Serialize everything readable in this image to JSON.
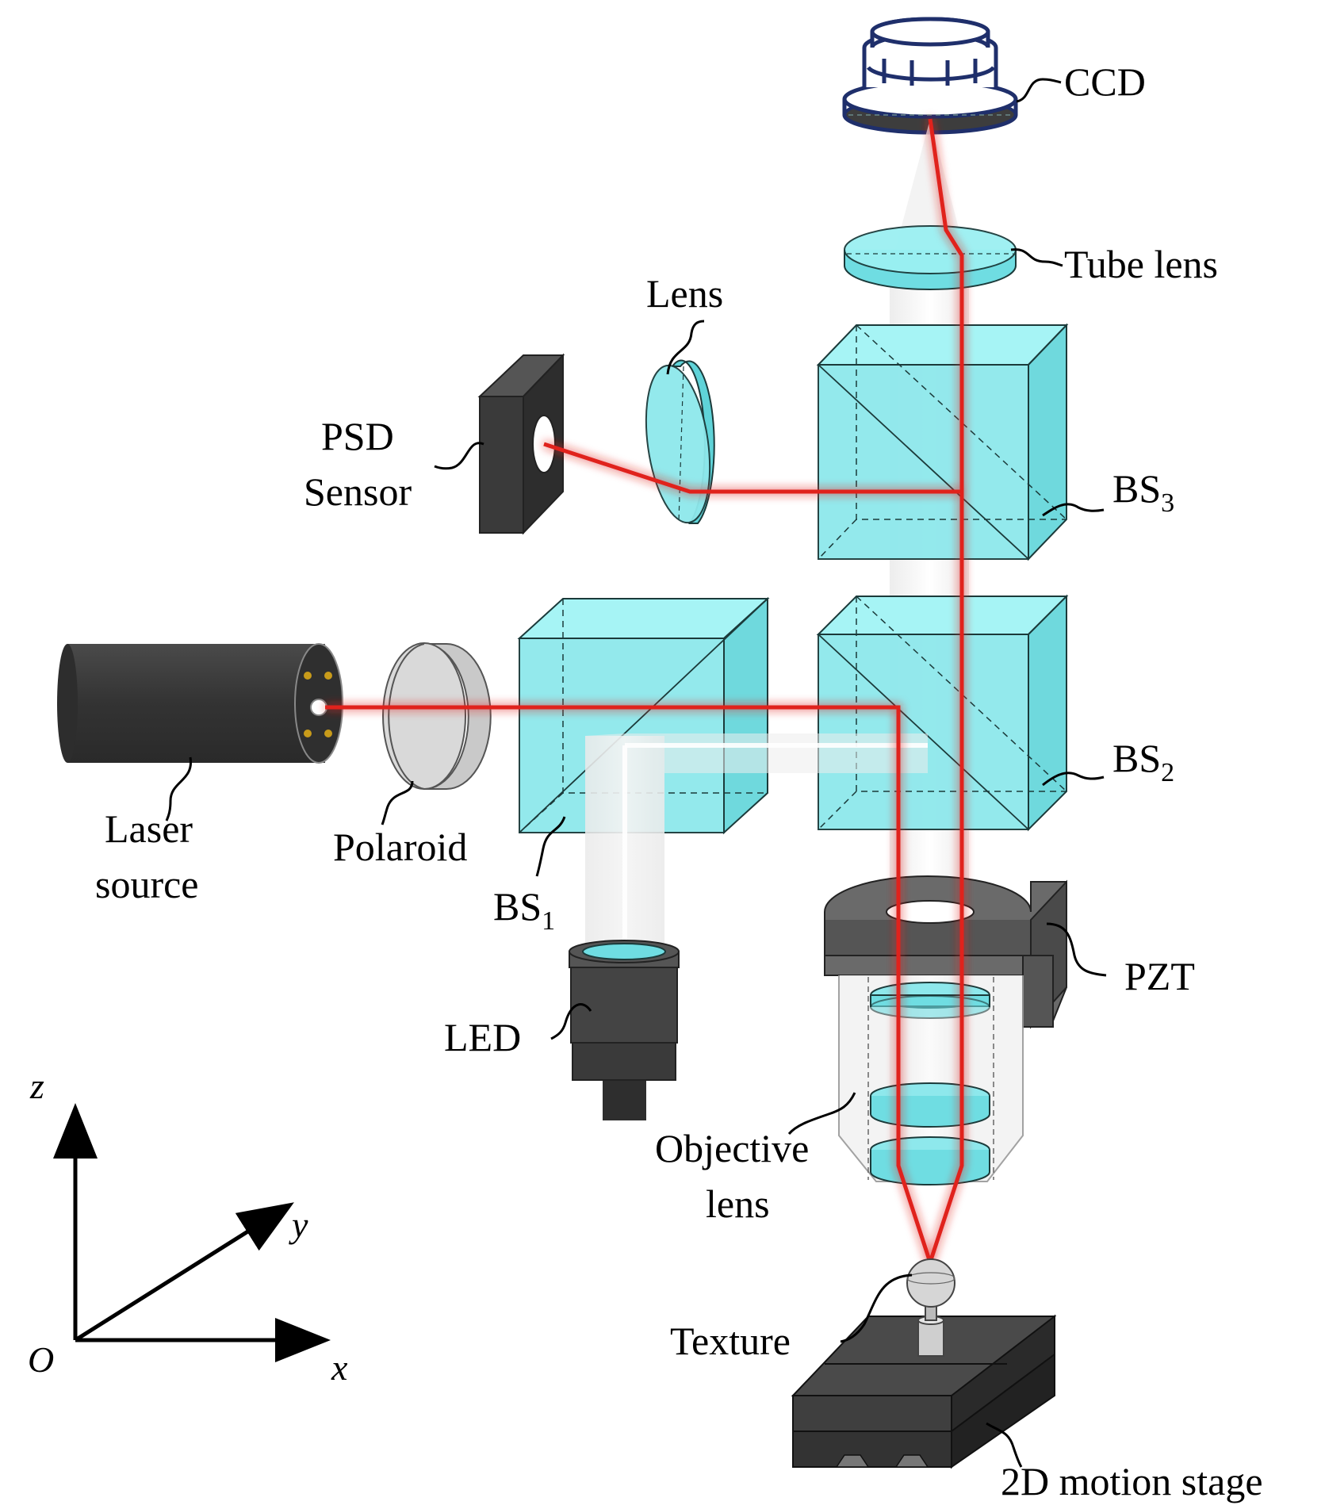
{
  "diagram": {
    "labels": {
      "ccd": "CCD",
      "tube_lens": "Tube lens",
      "lens": "Lens",
      "psd_line1": "PSD",
      "psd_line2": "Sensor",
      "bs3": "BS",
      "bs3_sub": "3",
      "bs2": "BS",
      "bs2_sub": "2",
      "bs1": "BS",
      "bs1_sub": "1",
      "laser_line1": "Laser",
      "laser_line2": "source",
      "polaroid": "Polaroid",
      "led": "LED",
      "pzt": "PZT",
      "objective_line1": "Objective",
      "objective_line2": "lens",
      "texture": "Texture",
      "stage": "2D motion stage"
    },
    "axes": {
      "z": "z",
      "y": "y",
      "x": "x",
      "origin": "O"
    },
    "colors": {
      "cube": "#8ee8ec",
      "beam": "#e0201c",
      "dark": "#3a3a3a",
      "ccd": "#1f2f6b"
    }
  }
}
